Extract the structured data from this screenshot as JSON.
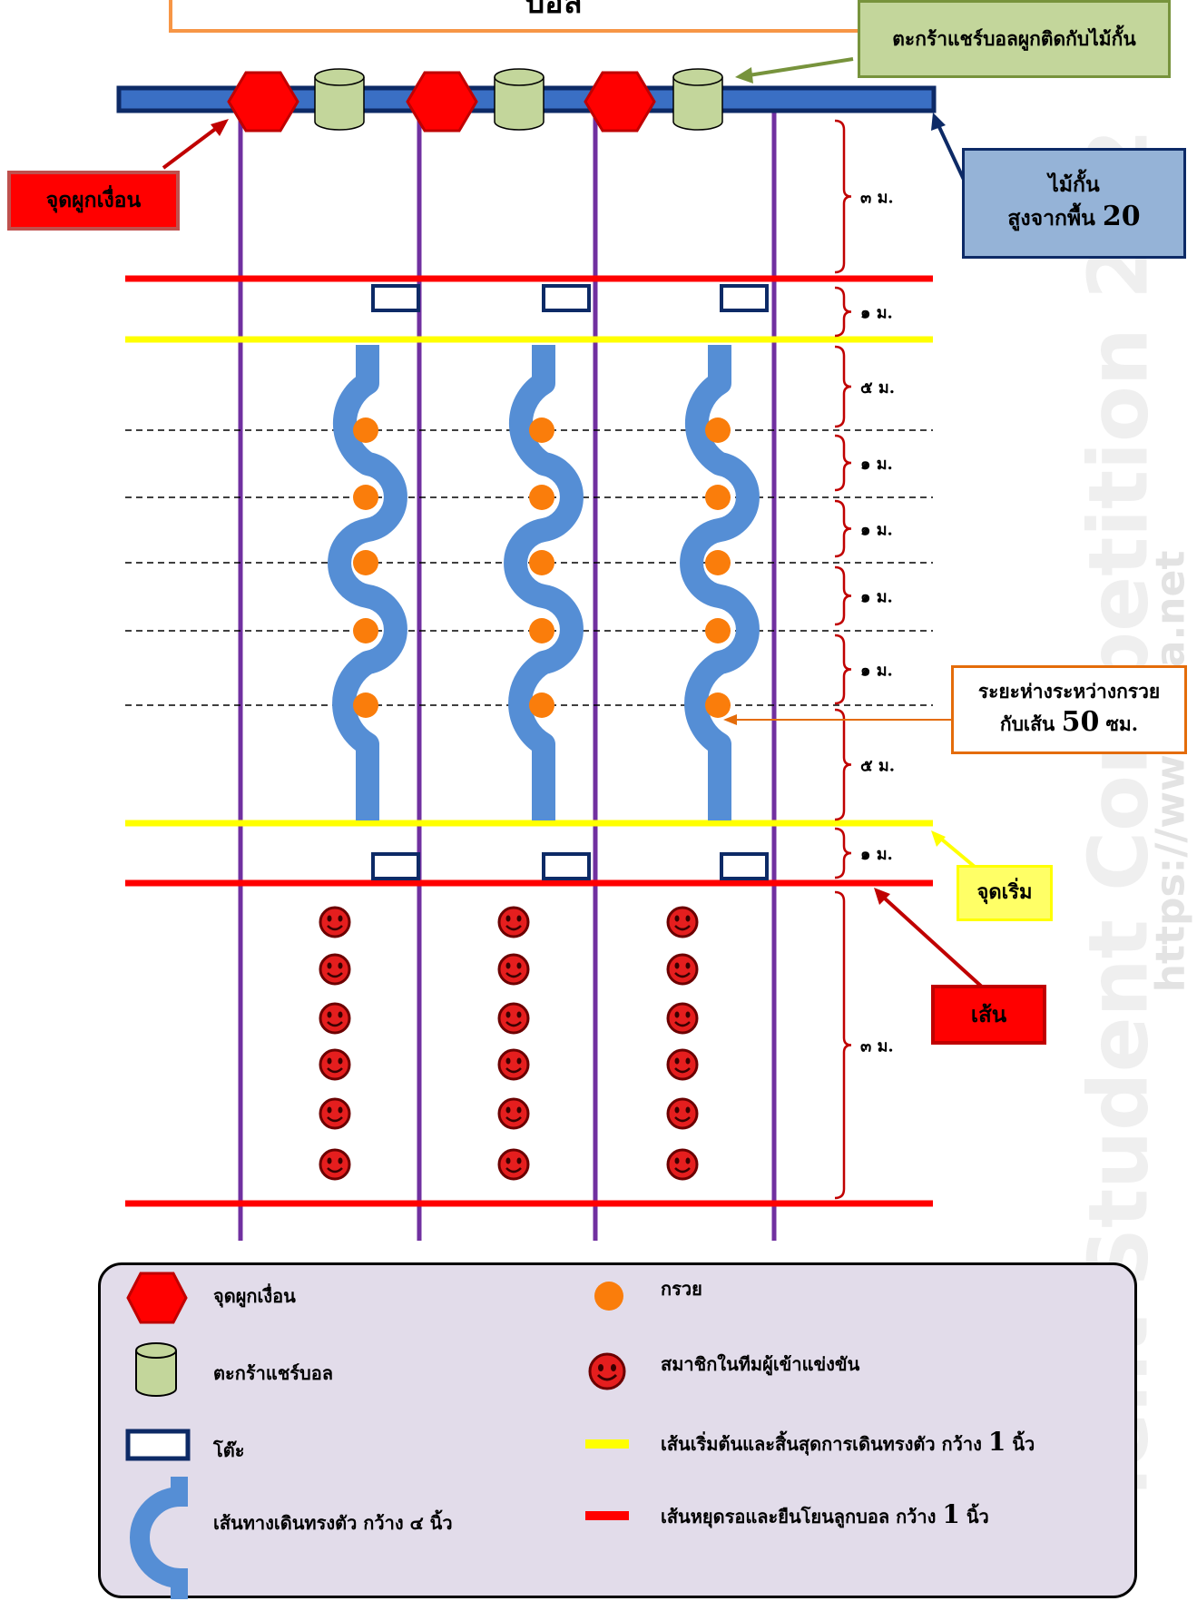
{
  "top_box": {
    "text": "บอล"
  },
  "labels": {
    "basket_callout": "ตะกร้าแชร์บอลผูกติดกับไม้กั้น",
    "tie_point": "จุดผูกเงื่อน",
    "barrier_line1": "ไม้กั้น",
    "barrier_line2": "สูงจากพื้น",
    "barrier_number": "20",
    "cone_distance_line1": "ระยะห่างระหว่างกรวย",
    "cone_distance_line2": "กับเส้น",
    "cone_distance_number": "50",
    "cone_distance_unit": "ซม.",
    "start_point": "จุดเริ่ม",
    "line": "เส้น"
  },
  "distances": [
    "๓ ม.",
    "๑ ม.",
    "๕ ม.",
    "๑ ม.",
    "๑ ม.",
    "๑ ม.",
    "๑ ม.",
    "๕ ม.",
    "๑ ม.",
    "๓ ม."
  ],
  "legend": {
    "tie_point": "จุดผูกเงื่อน",
    "basket": "ตะกร้าแชร์บอล",
    "table": "โต๊ะ",
    "path": "เส้นทางเดินทรงตัว กว้าง ๔ นิ้ว",
    "cone": "กรวย",
    "member": "สมาชิกในทีมผู้เข้าแข่งขัน",
    "yellow_line": "เส้นเริ่มต้นและสิ้นสุดการเดินทรงตัว กว้าง",
    "red_line": "เส้นหยุดรอและยืนโยนลูกบอล กว้าง",
    "line_width_number": "1",
    "line_width_unit": "นิ้ว"
  },
  "watermark": {
    "main": "lent Student Competition 202",
    "url": "https://www.s         a.net"
  },
  "colors": {
    "lane": "#7030a0",
    "red_line": "#ff0000",
    "yellow_line": "#ffff00",
    "path": "#558ed5",
    "cone": "#fa7d0b",
    "barrier": "#3a6fc4",
    "navy": "#0d2a66",
    "basket": "#c3d69b",
    "legend_bg": "#e2dcea",
    "callout_red": "#ff0000",
    "callout_blue": "#95b3d7",
    "callout_green": "#c3d69b",
    "callout_yellow": "#ffff66",
    "orange_border": "#f79646"
  }
}
